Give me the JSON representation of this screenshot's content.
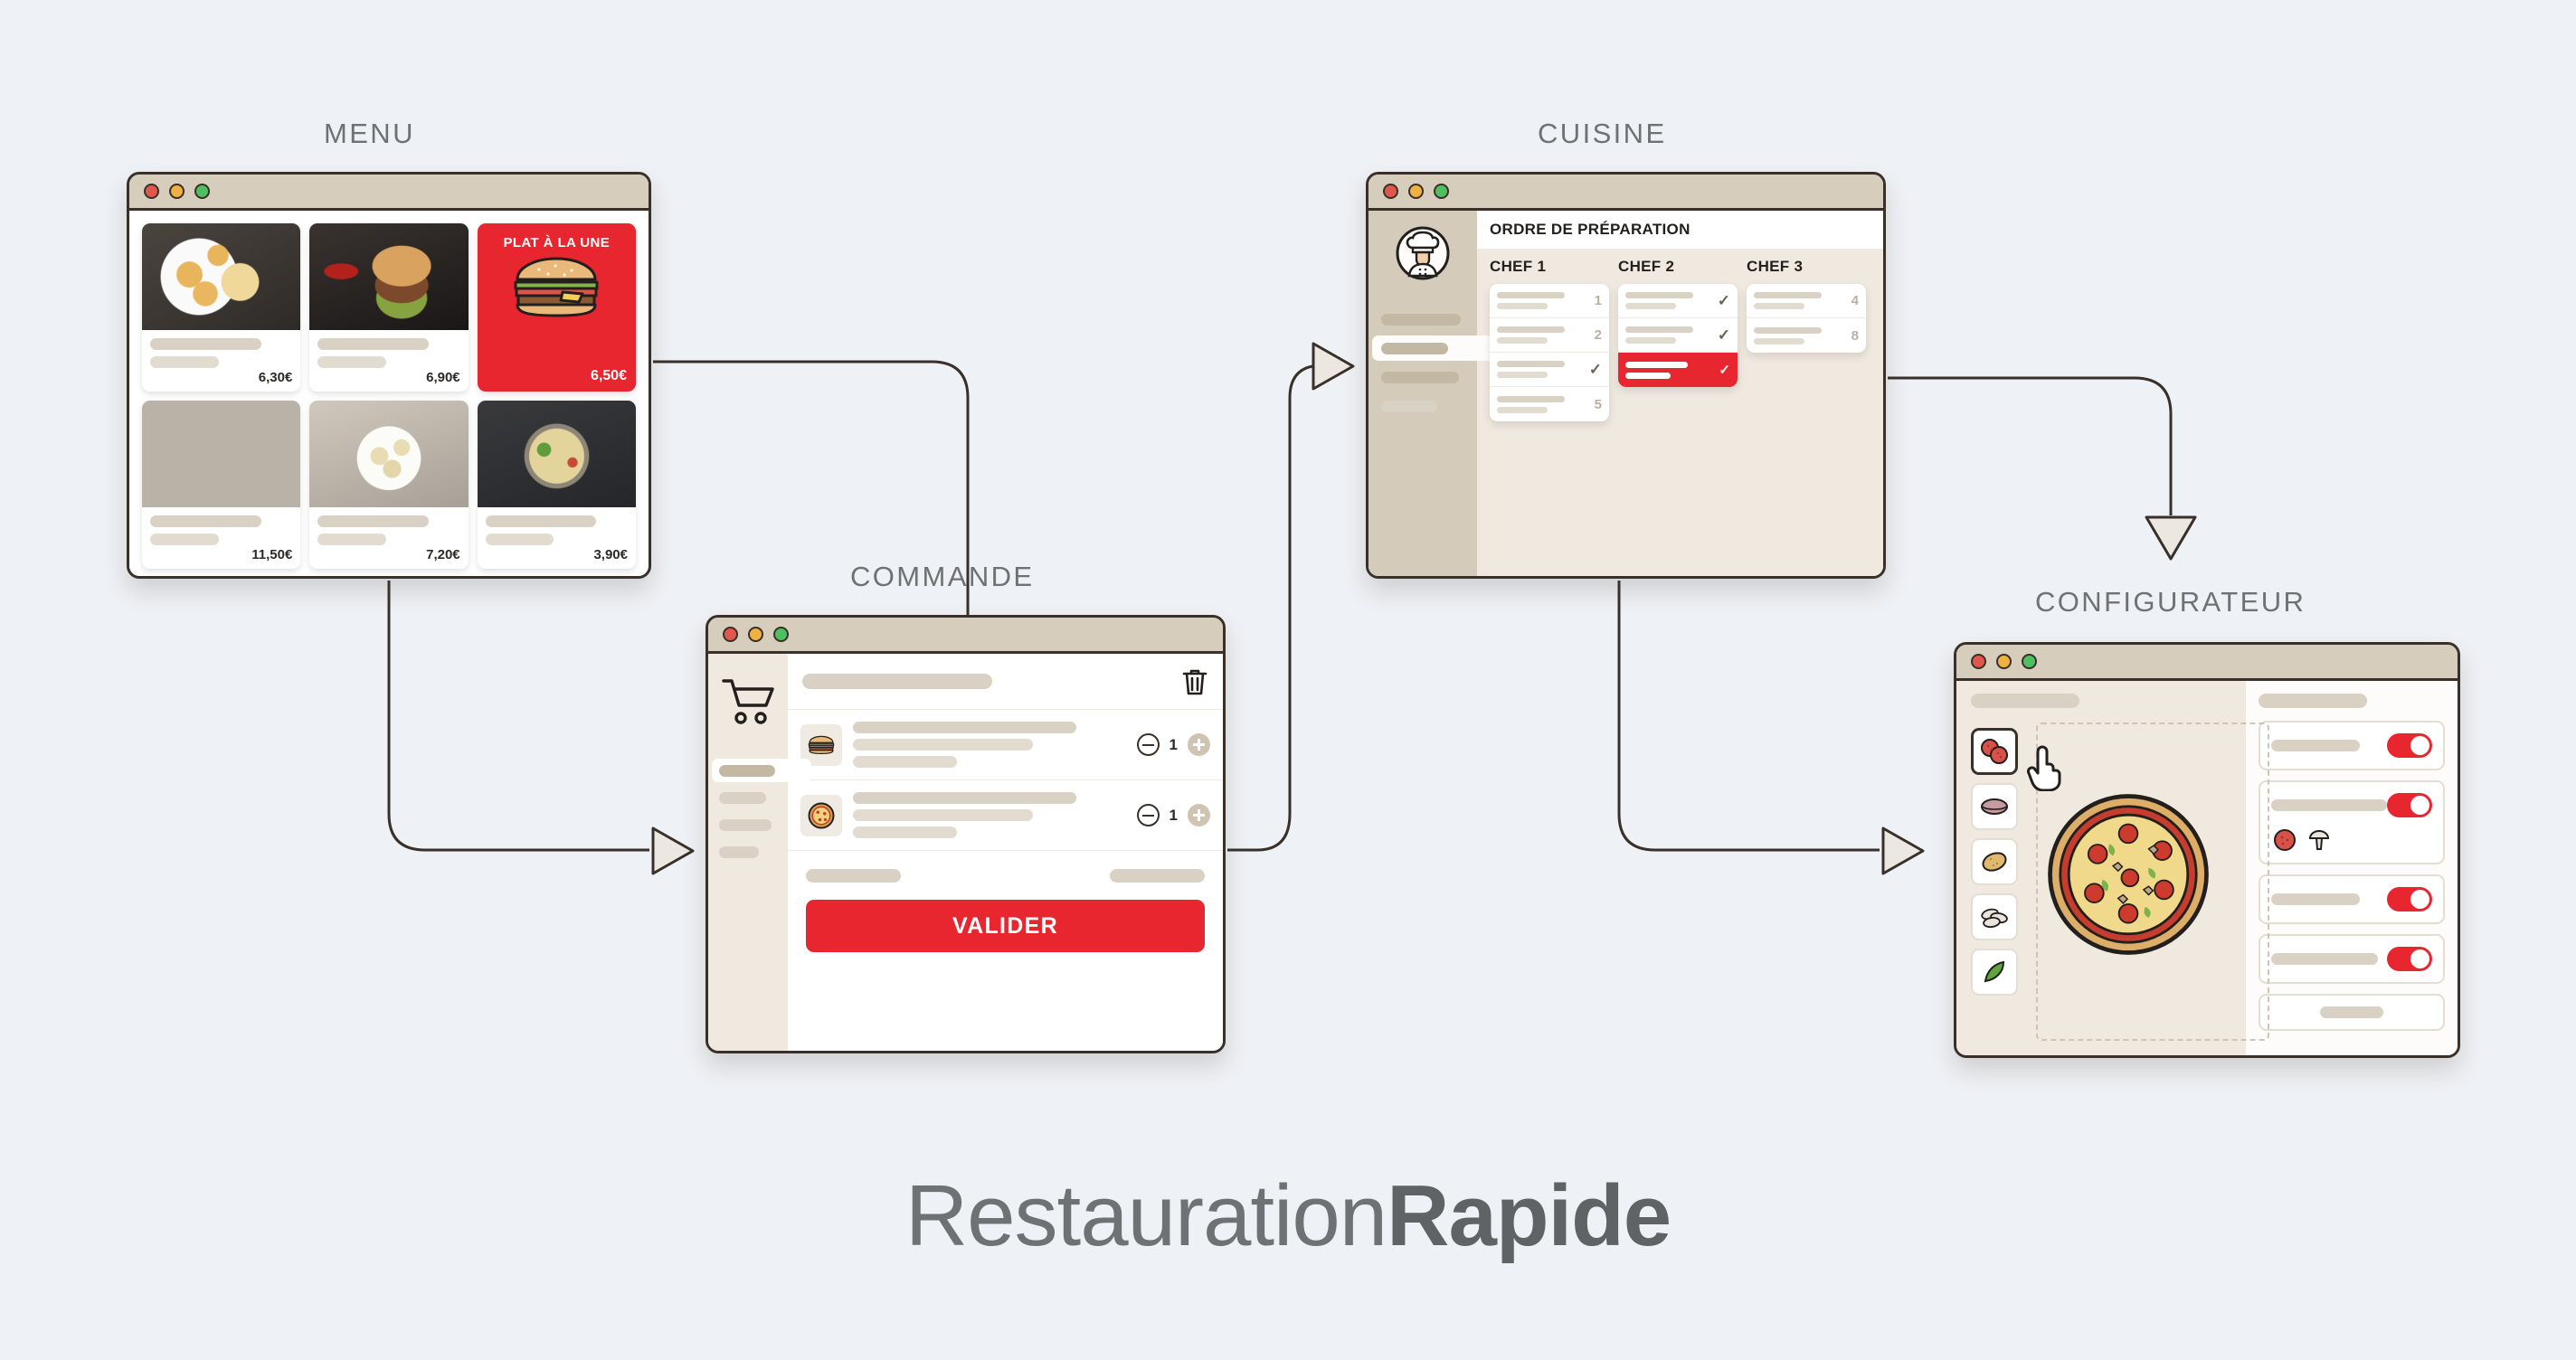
{
  "brand": {
    "name_light": "Restauration",
    "name_bold": "Rapide",
    "accent": "#e8262f",
    "bg": "#eef1f5"
  },
  "panels": {
    "menu": {
      "title": "MENU"
    },
    "commande": {
      "title": "COMMANDE"
    },
    "cuisine": {
      "title": "CUISINE"
    },
    "configurateur": {
      "title": "CONFIGURATEUR"
    }
  },
  "menu": {
    "items": [
      {
        "icon": "nuggets-fries-photo",
        "price": "6,30€",
        "featured": false
      },
      {
        "icon": "burger-photo",
        "price": "6,90€",
        "featured": false
      },
      {
        "icon": "burger-doodle",
        "price": "6,50€",
        "featured": true,
        "label": "PLAT À LA UNE"
      },
      {
        "icon": "pizza-photo",
        "price": "11,50€",
        "featured": false
      },
      {
        "icon": "ravioli-photo",
        "price": "7,20€",
        "featured": false
      },
      {
        "icon": "pasta-photo",
        "price": "3,90€",
        "featured": false
      }
    ]
  },
  "commande": {
    "cart_icon": "shopping-cart-icon",
    "delete_icon": "trash-icon",
    "sidebar_rows": 4,
    "sidebar_active_index": 0,
    "lines": [
      {
        "thumb": "burger-icon",
        "qty": "1",
        "minus_icon": "minus-circle-icon",
        "plus_icon": "plus-circle-icon"
      },
      {
        "thumb": "pizza-icon",
        "qty": "1",
        "minus_icon": "minus-circle-icon",
        "plus_icon": "plus-circle-icon"
      }
    ],
    "validate_label": "VALIDER"
  },
  "cuisine": {
    "avatar_icon": "chef-avatar-icon",
    "header": "ORDRE DE PRÉPARATION",
    "sidebar_rows": 4,
    "sidebar_active_index": 1,
    "columns": [
      {
        "label": "CHEF 1",
        "tickets": [
          {
            "mark": "1",
            "type": "number",
            "hot": false
          },
          {
            "mark": "2",
            "type": "number",
            "hot": false
          },
          {
            "mark": "✓",
            "type": "check",
            "hot": false
          },
          {
            "mark": "5",
            "type": "number",
            "hot": false
          }
        ]
      },
      {
        "label": "CHEF 2",
        "tickets": [
          {
            "mark": "✓",
            "type": "check",
            "hot": false
          },
          {
            "mark": "✓",
            "type": "check",
            "hot": false
          },
          {
            "mark": "✓",
            "type": "check",
            "hot": true
          }
        ]
      },
      {
        "label": "CHEF 3",
        "tickets": [
          {
            "mark": "4",
            "type": "number",
            "hot": false
          },
          {
            "mark": "8",
            "type": "number",
            "hot": false
          }
        ]
      }
    ]
  },
  "configurateur": {
    "preview_icon": "pizza-preview",
    "cursor_icon": "pointer-hand-cursor",
    "ingredients": [
      {
        "icon": "pepperoni-icon",
        "selected": true
      },
      {
        "icon": "ham-slice-icon",
        "selected": false
      },
      {
        "icon": "potato-icon",
        "selected": false
      },
      {
        "icon": "mushrooms-icon",
        "selected": false
      },
      {
        "icon": "green-pepper-icon",
        "selected": false
      }
    ],
    "options": [
      {
        "toggle": "on",
        "chips": []
      },
      {
        "toggle": "on",
        "chips": [
          "pepperoni-chip",
          "mushroom-chip"
        ]
      },
      {
        "toggle": "on",
        "chips": []
      },
      {
        "toggle": "on",
        "chips": []
      }
    ],
    "footer_row": {
      "toggle": null
    }
  },
  "flow": {
    "arrows": [
      {
        "from": "menu",
        "to": "commande",
        "arrow_icon": "arrow-down"
      },
      {
        "from": "menu",
        "to": "commande-side",
        "arrow_icon": "arrow-right"
      },
      {
        "from": "commande",
        "to": "cuisine",
        "arrow_icon": "arrow-right"
      },
      {
        "from": "cuisine",
        "to": "configurateur",
        "arrow_icon": "arrow-down"
      },
      {
        "from": "cuisine",
        "to": "configurateur-side",
        "arrow_icon": "arrow-right"
      }
    ]
  }
}
